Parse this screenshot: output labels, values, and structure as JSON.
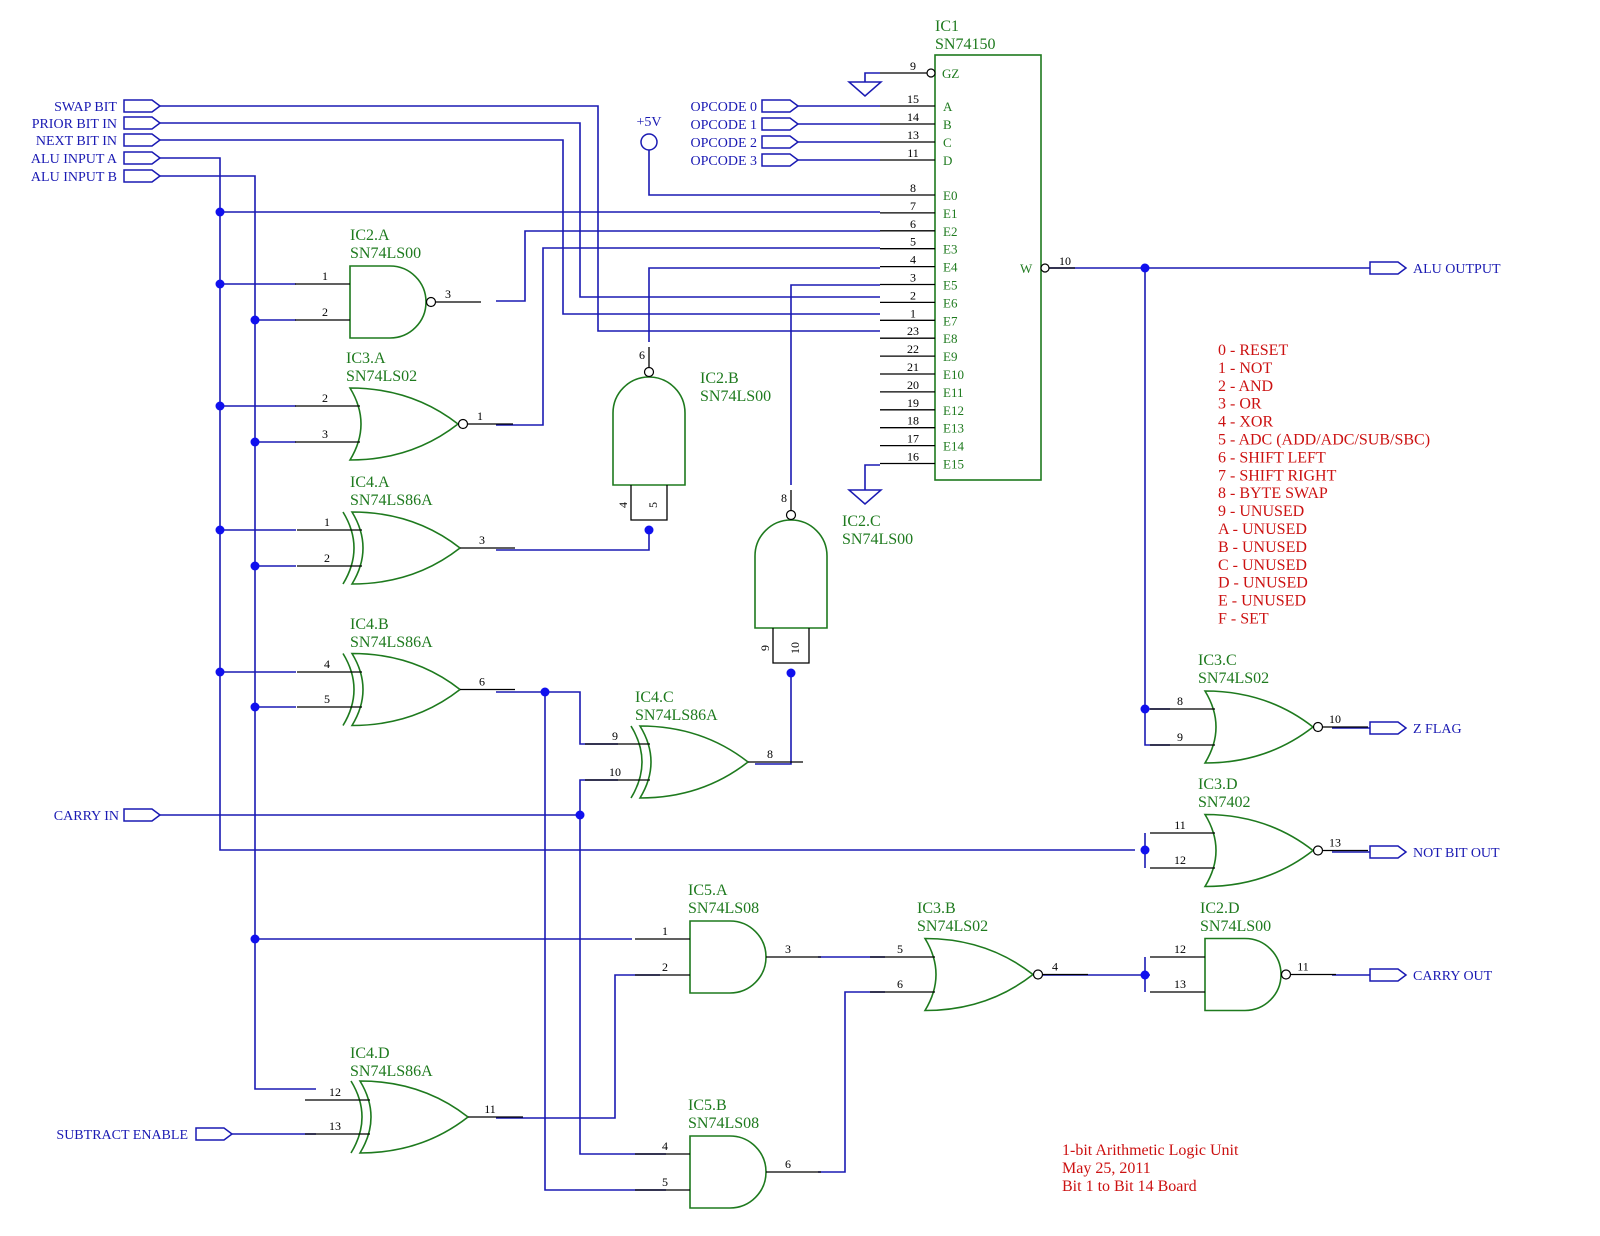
{
  "inputs": {
    "swap_bit": "SWAP BIT",
    "prior_bit_in": "PRIOR BIT IN",
    "next_bit_in": "NEXT BIT IN",
    "alu_input_a": "ALU INPUT A",
    "alu_input_b": "ALU INPUT B",
    "carry_in": "CARRY IN",
    "subtract_enable": "SUBTRACT ENABLE",
    "opcode0": "OPCODE 0",
    "opcode1": "OPCODE 1",
    "opcode2": "OPCODE 2",
    "opcode3": "OPCODE 3",
    "vcc": "+5V"
  },
  "outputs": {
    "alu_output": "ALU OUTPUT",
    "z_flag": "Z FLAG",
    "not_bit_out": "NOT BIT OUT",
    "carry_out": "CARRY OUT"
  },
  "ic1": {
    "ref": "IC1",
    "part": "SN74150",
    "gz": "GZ",
    "w": "W",
    "select_pins": [
      "A",
      "B",
      "C",
      "D"
    ],
    "select_nums": [
      "15",
      "14",
      "13",
      "11"
    ],
    "data_pins": [
      "E0",
      "E1",
      "E2",
      "E3",
      "E4",
      "E5",
      "E6",
      "E7",
      "E8",
      "E9",
      "E10",
      "E11",
      "E12",
      "E13",
      "E14",
      "E15"
    ],
    "data_nums": [
      "8",
      "7",
      "6",
      "5",
      "4",
      "3",
      "2",
      "1",
      "23",
      "22",
      "21",
      "20",
      "19",
      "18",
      "17",
      "16"
    ],
    "gz_num": "9",
    "w_num": "10"
  },
  "gates": {
    "ic2a": {
      "ref": "IC2.A",
      "part": "SN74LS00",
      "p1": "1",
      "p2": "2",
      "p3": "3"
    },
    "ic3a": {
      "ref": "IC3.A",
      "part": "SN74LS02",
      "p1": "2",
      "p2": "3",
      "p3": "1"
    },
    "ic4a": {
      "ref": "IC4.A",
      "part": "SN74LS86A",
      "p1": "1",
      "p2": "2",
      "p3": "3"
    },
    "ic4b": {
      "ref": "IC4.B",
      "part": "SN74LS86A",
      "p1": "4",
      "p2": "5",
      "p3": "6"
    },
    "ic4c": {
      "ref": "IC4.C",
      "part": "SN74LS86A",
      "p1": "9",
      "p2": "10",
      "p3": "8"
    },
    "ic2b": {
      "ref": "IC2.B",
      "part": "SN74LS00",
      "p1": "4",
      "p2": "5",
      "p3": "6"
    },
    "ic2c": {
      "ref": "IC2.C",
      "part": "SN74LS00",
      "p1": "9",
      "p2": "10",
      "p3": "8"
    },
    "ic3c": {
      "ref": "IC3.C",
      "part": "SN74LS02",
      "p1": "8",
      "p2": "9",
      "p3": "10"
    },
    "ic3d": {
      "ref": "IC3.D",
      "part": "SN7402",
      "p1": "11",
      "p2": "12",
      "p3": "13"
    },
    "ic5a": {
      "ref": "IC5.A",
      "part": "SN74LS08",
      "p1": "1",
      "p2": "2",
      "p3": "3"
    },
    "ic5b": {
      "ref": "IC5.B",
      "part": "SN74LS08",
      "p1": "4",
      "p2": "5",
      "p3": "6"
    },
    "ic3b": {
      "ref": "IC3.B",
      "part": "SN74LS02",
      "p1": "5",
      "p2": "6",
      "p3": "4"
    },
    "ic2d": {
      "ref": "IC2.D",
      "part": "SN74LS00",
      "p1": "12",
      "p2": "13",
      "p3": "11"
    },
    "ic4d": {
      "ref": "IC4.D",
      "part": "SN74LS86A",
      "p1": "12",
      "p2": "13",
      "p3": "11"
    }
  },
  "opcode_legend": [
    "0 - RESET",
    "1 - NOT",
    "2 - AND",
    "3 - OR",
    "4 - XOR",
    "5 - ADC (ADD/ADC/SUB/SBC)",
    "6 - SHIFT LEFT",
    "7 - SHIFT RIGHT",
    "8 - BYTE SWAP",
    "9 - UNUSED",
    "A - UNUSED",
    "B - UNUSED",
    "C - UNUSED",
    "D - UNUSED",
    "E - UNUSED",
    "F - SET"
  ],
  "title_block": [
    "1-bit Arithmetic Logic Unit",
    "May 25, 2011",
    "Bit 1 to Bit 14 Board"
  ],
  "colors": {
    "wire": "#1a1ab3",
    "gate": "#1e7a1e",
    "note": "#cc1111"
  }
}
